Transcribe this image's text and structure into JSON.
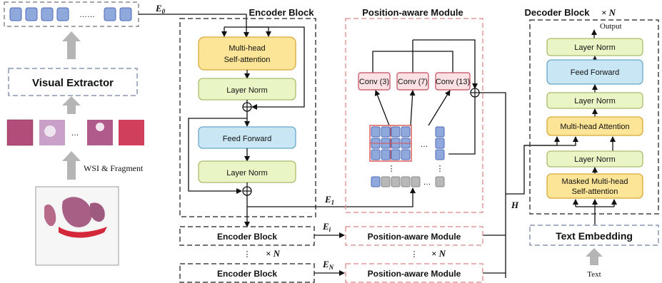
{
  "colors": {
    "attention": "#fde598",
    "norm": "#eaf5c6",
    "feedforward": "#c9e6f5",
    "conv": "#fbe0e4",
    "token": "#8fa9dc",
    "token_gray": "#b8b8b8",
    "dashed_dark": "#555555",
    "dashed_pink": "#e29a9a",
    "dashed_blue": "#8a97b3",
    "arrow_gray": "#b5b5b5"
  },
  "left": {
    "token_ellipsis": "……",
    "visual_extractor": "Visual Extractor",
    "patch_ellipsis": "…",
    "wsi_fragment": "WSI & Fragment",
    "e0": "E",
    "e0_sub": "0"
  },
  "encoder": {
    "title": "Encoder Block",
    "mha_line1": "Multi-head",
    "mha_line2": "Self-attention",
    "layer_norm_1": "Layer Norm",
    "feed_forward": "Feed Forward",
    "layer_norm_2": "Layer Norm",
    "e1": "E",
    "e1_sub": "1"
  },
  "pam": {
    "title": "Position-aware Module",
    "conv3": "Conv (3)",
    "conv7": "Conv (7)",
    "conv13": "Conv (13)",
    "dots": "…",
    "vdots": "⋮"
  },
  "stack": {
    "encoder_block_i": "Encoder Block",
    "encoder_block_n": "Encoder Block",
    "pam_i": "Position-aware Module",
    "pam_n": "Position-aware Module",
    "ei": "E",
    "ei_sub": "i",
    "en": "E",
    "en_sub": "N",
    "vdots": "⋮",
    "times_n": "× N"
  },
  "h_label": "H",
  "decoder": {
    "title": "Decoder Block",
    "times_n": "× N",
    "output": "Output",
    "layer_norm_top": "Layer Norm",
    "feed_forward": "Feed Forward",
    "layer_norm_mid": "Layer Norm",
    "mha": "Multi-head Attention",
    "layer_norm_low": "Layer Norm",
    "masked_line1": "Masked Multi-head",
    "masked_line2": "Self-attention",
    "text_embedding": "Text Embedding",
    "text": "Text"
  }
}
